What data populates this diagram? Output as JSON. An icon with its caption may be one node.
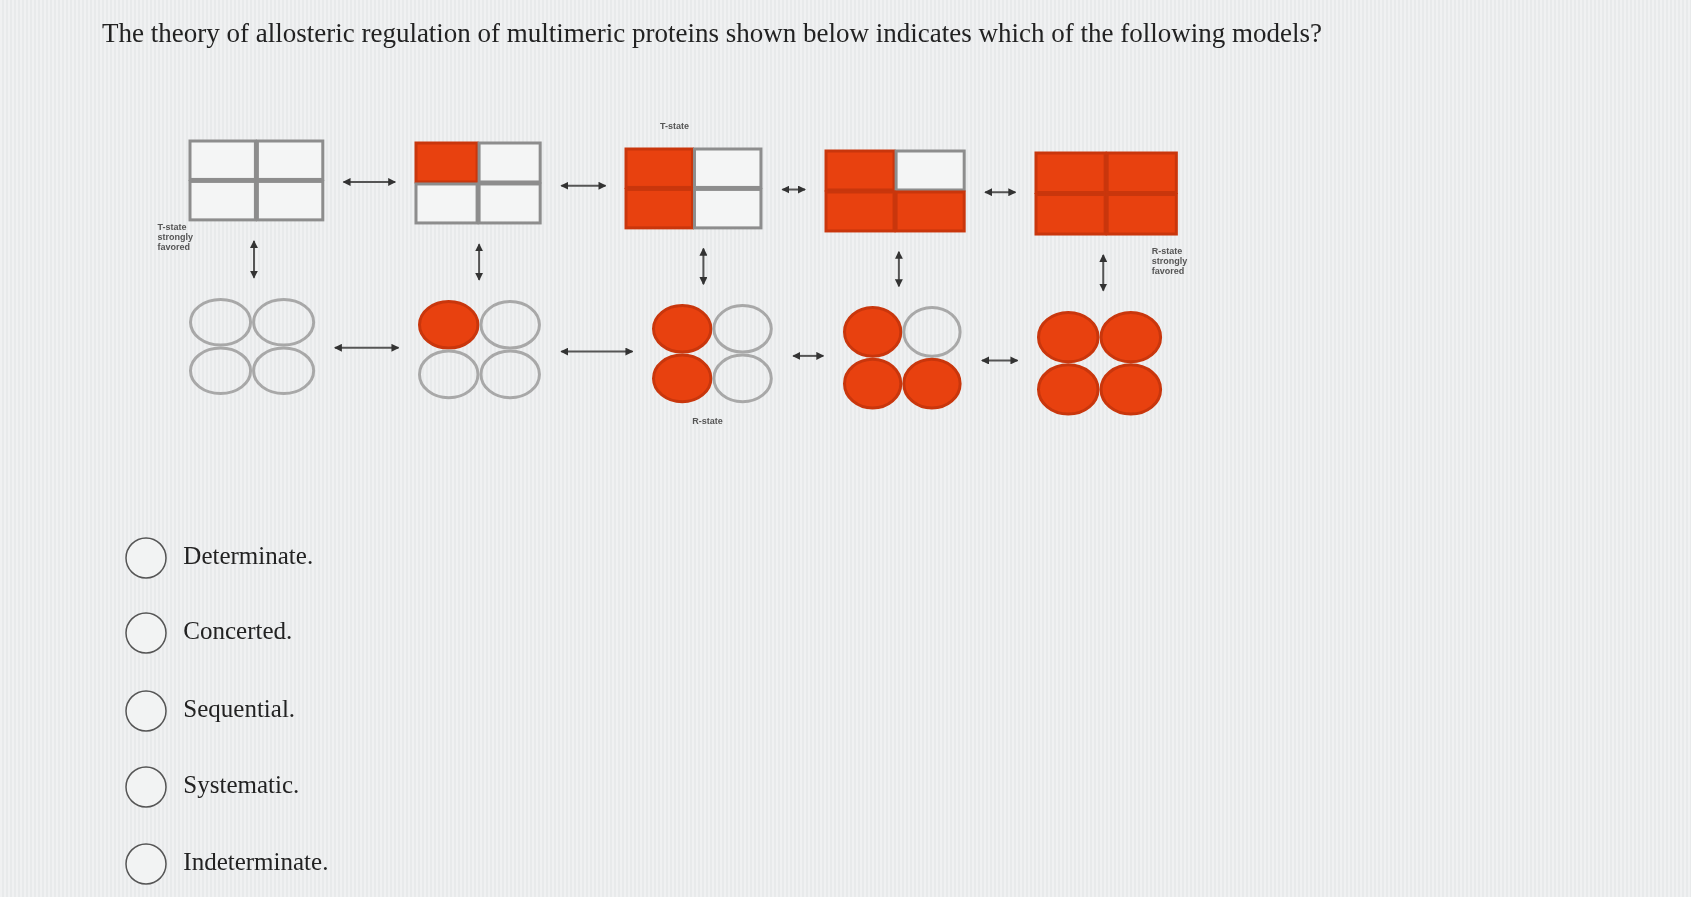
{
  "diagram": {
    "title": "The theory of allosteric regulation of multimeric proteins shown below indicates which of the following models?",
    "nodes": [
      {
        "text": [],
        "shape": "box",
        "beside": [
          "T-state strongly favored"
        ]
      },
      {
        "text": [],
        "shape": "box"
      },
      {
        "text": [],
        "shape": "box",
        "beside": [
          "T-state"
        ]
      },
      {
        "text": [],
        "shape": "box"
      },
      {
        "text": [],
        "shape": "box",
        "beside": [
          "R-state strongly favored"
        ]
      },
      {
        "text": [],
        "shape": "circle"
      },
      {
        "text": [],
        "shape": "circle"
      },
      {
        "text": [],
        "shape": "circle",
        "beside": [
          "R-state"
        ]
      },
      {
        "text": [],
        "shape": "circle"
      },
      {
        "text": [],
        "shape": "circle"
      }
    ],
    "edges": [
      {
        "from": 0,
        "to": 1,
        "arrow": "both"
      },
      {
        "from": 1,
        "to": 2,
        "arrow": "both"
      },
      {
        "from": 2,
        "to": 3,
        "arrow": "both"
      },
      {
        "from": 3,
        "to": 4,
        "arrow": "both"
      },
      {
        "from": 0,
        "to": 5,
        "arrow": "both"
      },
      {
        "from": 1,
        "to": 6,
        "arrow": "both"
      },
      {
        "from": 2,
        "to": 7,
        "arrow": "both"
      },
      {
        "from": 3,
        "to": 8,
        "arrow": "both"
      },
      {
        "from": 4,
        "to": 9,
        "arrow": "both"
      },
      {
        "from": 5,
        "to": 6,
        "arrow": "both"
      },
      {
        "from": 6,
        "to": 7,
        "arrow": "both"
      },
      {
        "from": 7,
        "to": 8,
        "arrow": "both"
      },
      {
        "from": 8,
        "to": 9,
        "arrow": "both"
      }
    ],
    "labels": [
      "Determinate.",
      "Concerted.",
      "Sequential.",
      "Systematic.",
      "Indeterminate."
    ]
  }
}
